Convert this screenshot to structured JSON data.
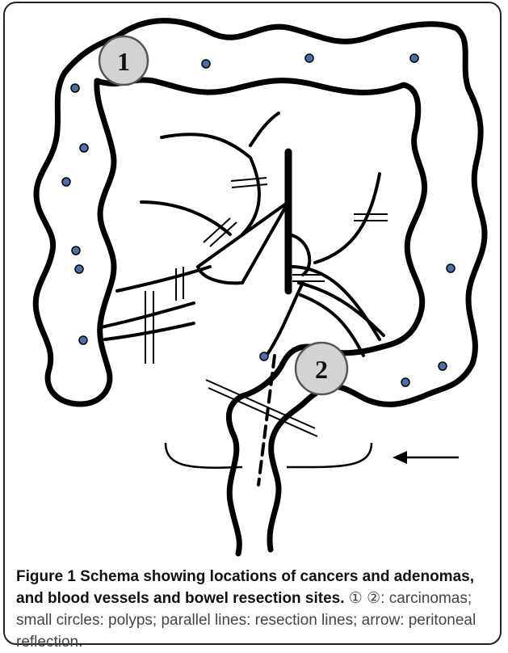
{
  "markers": {
    "one": "1",
    "two": "2"
  },
  "caption": {
    "title": "Figure 1 Schema showing locations of cancers and adenomas, and blood vessels and bowel resection sites.",
    "body": " ① ②: carcinomas; small circles: polyps; parallel lines: resection lines; arrow: peritoneal reflection."
  },
  "colors": {
    "bowel": "#000000",
    "polyp_fill": "#4a6fa5",
    "carcinoma_fill": "#d3d3d3",
    "border": "#222222"
  }
}
